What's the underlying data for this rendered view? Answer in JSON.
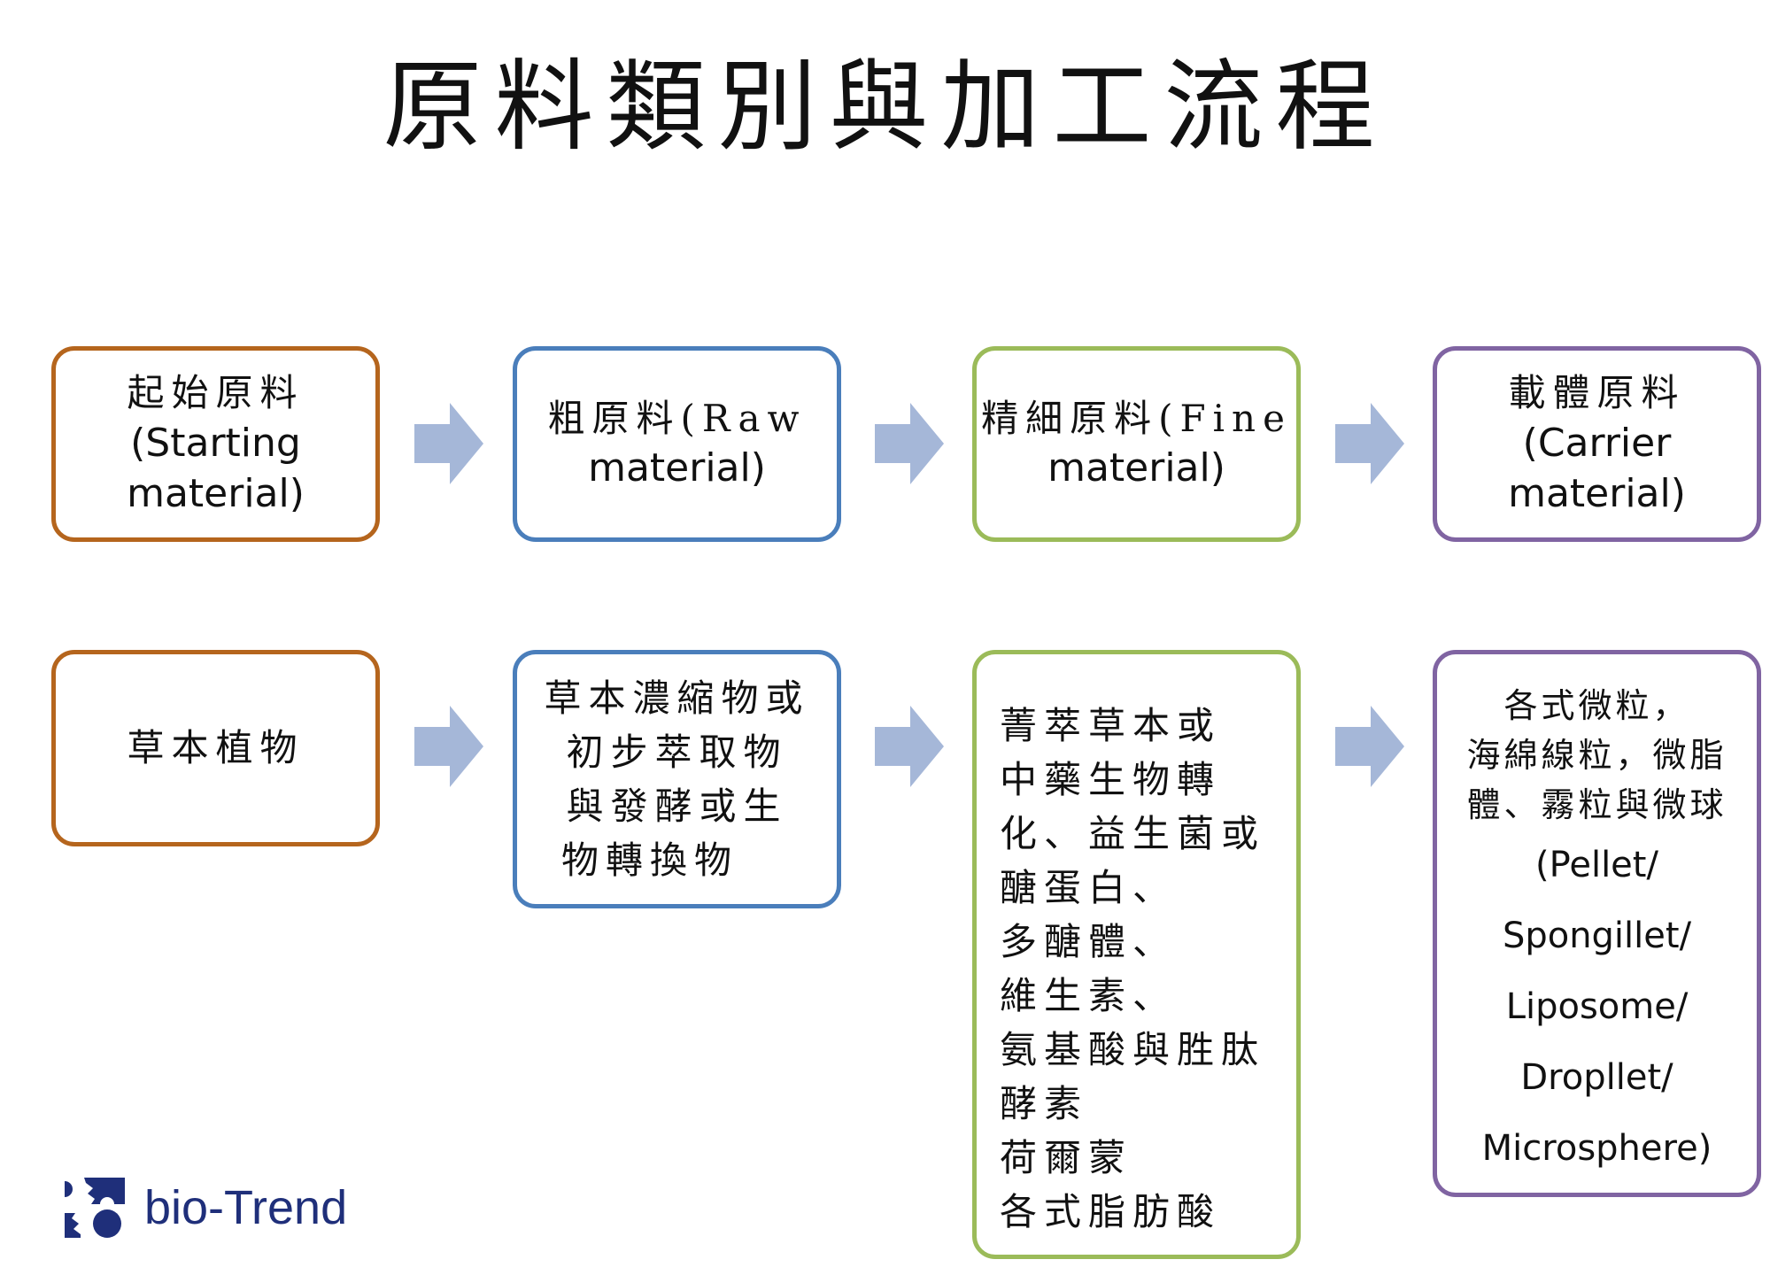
{
  "title": "原料類別與加工流程",
  "colors": {
    "orange": "#b5651d",
    "blue": "#4a7ebb",
    "green": "#9bbb59",
    "purple": "#8064a2",
    "arrow": "#a5b7d8",
    "logo": "#1f2f7a"
  },
  "row1": [
    {
      "zh": "起始原料",
      "en": [
        "(Starting",
        "material)"
      ]
    },
    {
      "zh": "粗原料(Raw",
      "en": [
        "material)"
      ]
    },
    {
      "zh": "精細原料(Fine",
      "en": [
        "material)"
      ]
    },
    {
      "zh": "載體原料",
      "en": [
        "(Carrier",
        "material)"
      ]
    }
  ],
  "row2": {
    "herb": "草本植物",
    "crude": [
      "草本濃縮物或",
      "初步萃取物",
      "與發酵或生",
      "物轉換物"
    ],
    "fine": [
      "菁萃草本或",
      "中藥生物轉",
      "化、益生菌或",
      "醣蛋白、",
      "多醣體、",
      "維生素、",
      "氨基酸與胜肽",
      "酵素",
      "荷爾蒙",
      "各式脂肪酸"
    ],
    "carrier_zh": [
      "各式微粒，",
      "海綿線粒，微脂",
      "體、霧粒與微球"
    ],
    "carrier_en": [
      "(Pellet/",
      "Spongillet/",
      "Liposome/",
      "Dropllet/",
      "Microsphere)"
    ]
  },
  "logo": {
    "text": "bio-Trend"
  }
}
